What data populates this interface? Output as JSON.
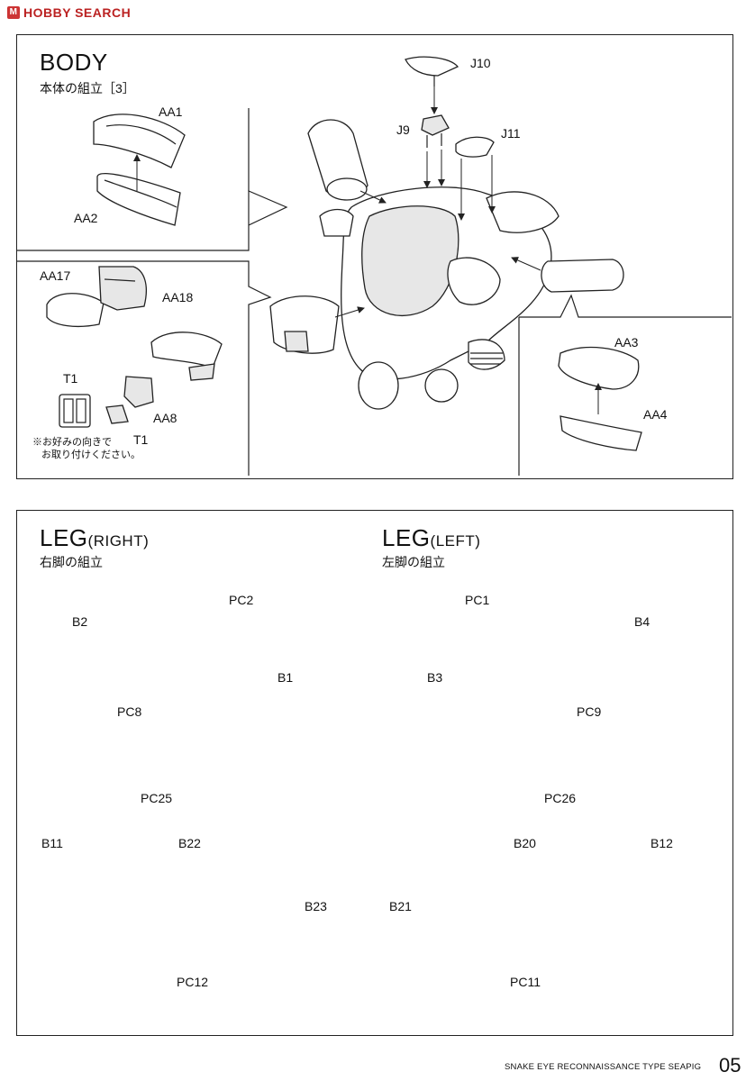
{
  "watermark": {
    "logo_letter": "M",
    "brand": "HOBBY",
    "suffix": "SEARCH"
  },
  "body_section": {
    "title": "BODY",
    "subtitle": "本体の組立［3］",
    "parts": {
      "aa1": "AA1",
      "aa2": "AA2",
      "aa17": "AA17",
      "aa18": "AA18",
      "aa8": "AA8",
      "t1_top": "T1",
      "t1_bottom": "T1",
      "j10": "J10",
      "j9": "J9",
      "j11": "J11",
      "aa3": "AA3",
      "aa4": "AA4"
    },
    "note_line1": "※お好みの向きで",
    "note_line2": "お取り付けください。"
  },
  "leg_right": {
    "title": "LEG",
    "title_paren": "(RIGHT)",
    "subtitle": "右脚の組立",
    "parts": {
      "b2": "B2",
      "pc2": "PC2",
      "b1": "B1",
      "pc8": "PC8",
      "pc25": "PC25",
      "b11": "B11",
      "b22": "B22",
      "b23": "B23",
      "pc12": "PC12"
    }
  },
  "leg_left": {
    "title": "LEG",
    "title_paren": "(LEFT)",
    "subtitle": "左脚の組立",
    "parts": {
      "pc1": "PC1",
      "b4": "B4",
      "b3": "B3",
      "pc9": "PC9",
      "pc26": "PC26",
      "b12": "B12",
      "b20": "B20",
      "b21": "B21",
      "pc11": "PC11"
    }
  },
  "footer": {
    "product": "SNAKE EYE RECONNAISSANCE TYPE SEAPIG",
    "page_number": "05"
  }
}
